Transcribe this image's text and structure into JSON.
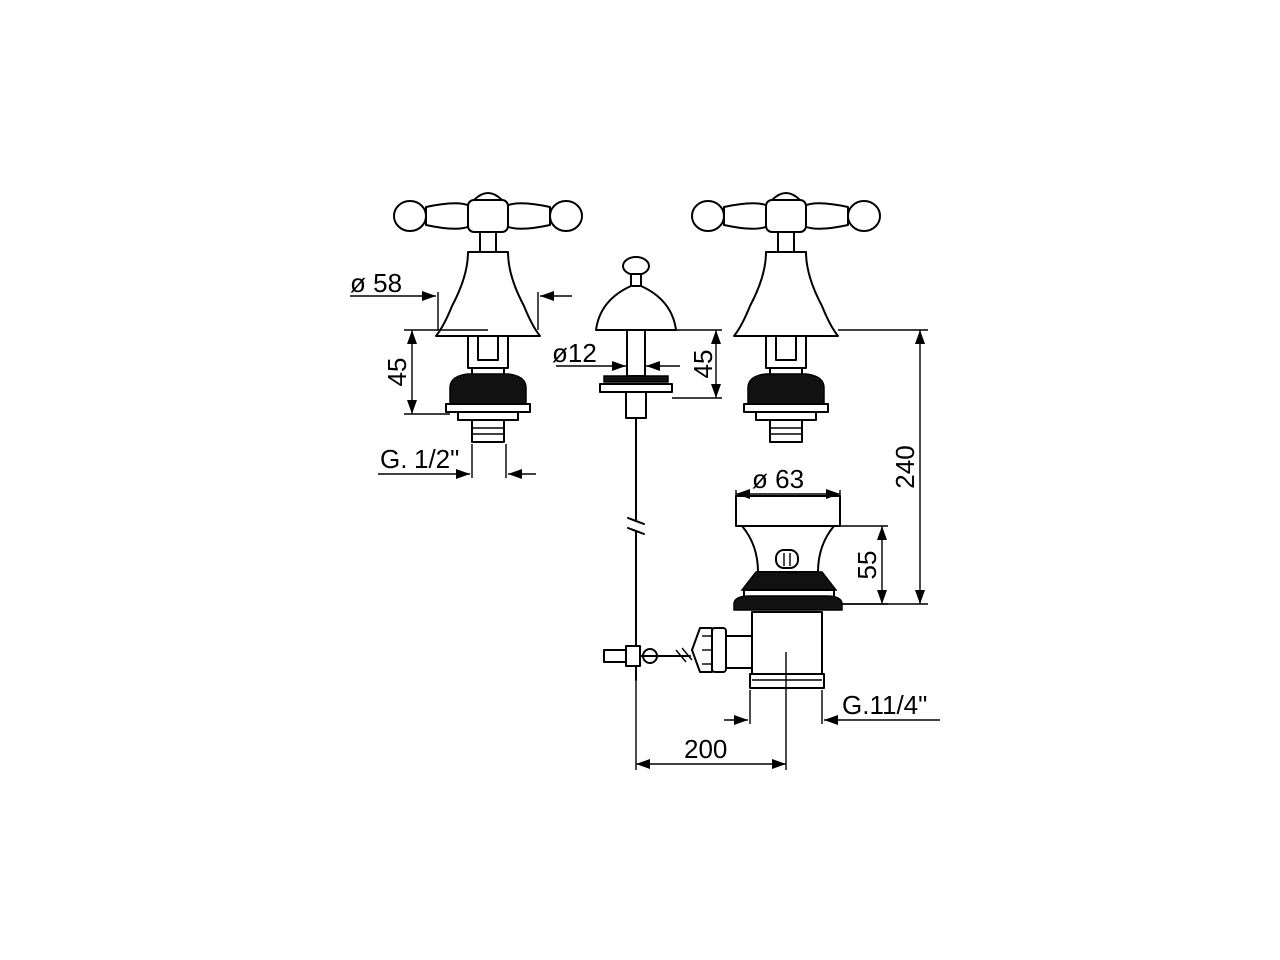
{
  "drawing": {
    "dims": {
      "handle_diameter": "ø 58",
      "valve_height": "45",
      "valve_thread": "G.",
      "valve_thread_fraction": "1/2\"",
      "rod_diameter": "ø12",
      "knob_height": "45",
      "total_height": "240",
      "waste_diameter": "ø 63",
      "waste_height": "55",
      "waste_thread": "G.1",
      "waste_thread_fraction": "1/4\"",
      "rod_offset": "200"
    }
  }
}
